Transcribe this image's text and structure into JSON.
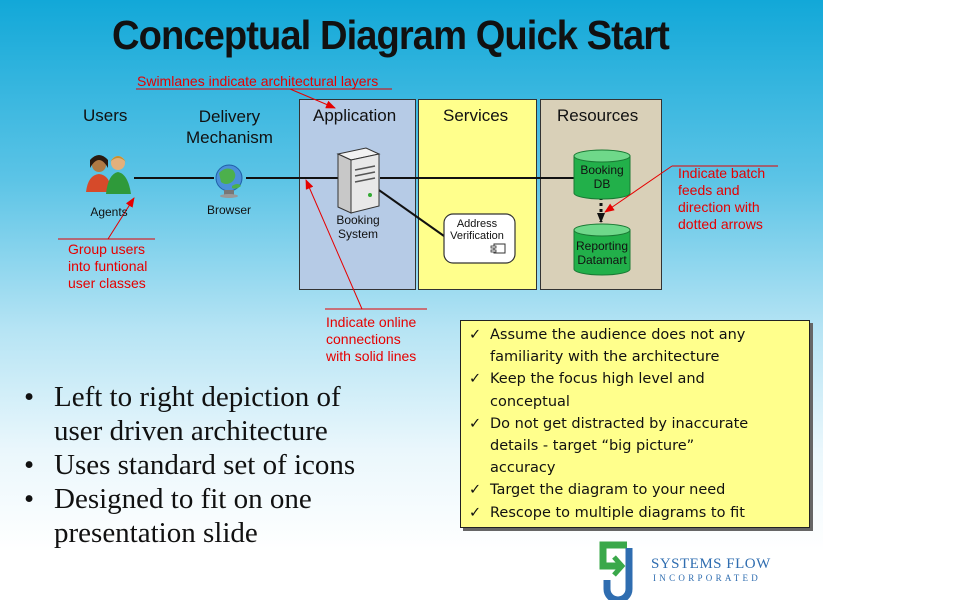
{
  "title": "Conceptual Diagram Quick Start",
  "lanes": {
    "users": "Users",
    "delivery_line1": "Delivery",
    "delivery_line2": "Mechanism",
    "application": "Application",
    "services": "Services",
    "resources": "Resources"
  },
  "nodes": {
    "agents": "Agents",
    "browser": "Browser",
    "booking_system_line1": "Booking",
    "booking_system_line2": "System",
    "address_verification_line1": "Address",
    "address_verification_line2": "Verification",
    "booking_db_line1": "Booking",
    "booking_db_line2": "DB",
    "reporting_datamart_line1": "Reporting",
    "reporting_datamart_line2": "Datamart"
  },
  "annotations": {
    "swimlanes": "Swimlanes indicate architectural layers",
    "group_users": [
      "Group users",
      "into funtional",
      "user classes"
    ],
    "online_connections": [
      "Indicate online",
      "connections",
      "with solid lines"
    ],
    "batch_feeds": [
      "Indicate batch",
      "feeds and",
      "direction with",
      "dotted arrows"
    ]
  },
  "bullets": [
    [
      "Left to right depiction of",
      "user driven architecture"
    ],
    [
      "Uses standard set of icons"
    ],
    [
      "Designed to fit on one",
      "presentation slide"
    ]
  ],
  "checklist": [
    [
      "Assume the audience does not any",
      "familiarity with the architecture"
    ],
    [
      "Keep the focus high level and",
      "conceptual"
    ],
    [
      "Do not get distracted by inaccurate",
      "details - target “big picture”",
      "accuracy"
    ],
    [
      "Target the diagram to your need"
    ],
    [
      "Rescope to multiple diagrams to fit"
    ]
  ],
  "logo": {
    "name": "SYSTEMS FLOW",
    "subtitle": "INCORPORATED"
  },
  "colors": {
    "annotation": "#e60000",
    "application_lane": "#b6cbe6",
    "services_lane": "#ffff8c",
    "resources_lane": "#d9d0b8",
    "db_green": "#22b04a",
    "logo_blue": "#2f6db0",
    "logo_green": "#3aa84a"
  }
}
